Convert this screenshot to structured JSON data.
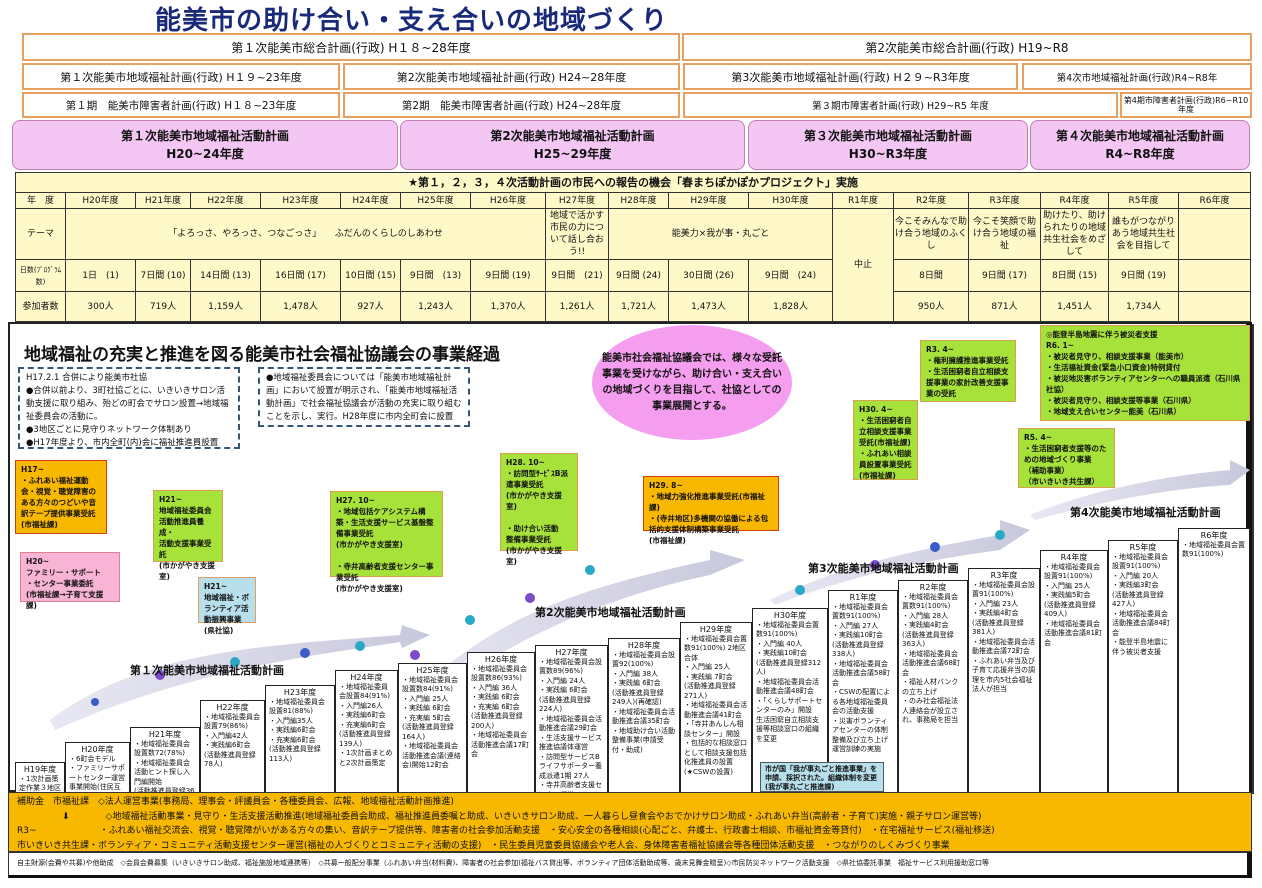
{
  "title": "能美市の助け合い・支え合いの地域づくり",
  "plans": {
    "sogo1": "第１次能美市総合計画(行政) H１８~28年度",
    "sogo2": "第2次能美市総合計画(行政) H19~R8",
    "fukushi1": "第１次能美市地域福祉計画(行政) H１９~23年度",
    "fukushi2": "第2次能美市地域福祉計画(行政) H24~28年度",
    "fukushi3": "第3次能美市地域福祉計画(行政) H２９~R3年度",
    "fukushi4": "第4次市地域福祉計画(行政)R4~R8年",
    "shogai1": "第１期　能美市障害者計画(行政) H１８~23年度",
    "shogai2": "第2期　能美市障害者計画(行政) H24~28年度",
    "shogai3": "第３期市障害者計画(行政) H29~R5 年度",
    "shogai4": "第4期市障害者計画(行政)R6~R10年度",
    "katsudo": [
      {
        "name": "第１次能美市地域福祉活動計画",
        "period": "H20~24年度"
      },
      {
        "name": "第2次能美市地域福祉活動計画",
        "period": "H25~29年度"
      },
      {
        "name": "第３次能美市地域福祉活動計画",
        "period": "H30~R3年度"
      },
      {
        "name": "第４次能美市地域福祉活動計画",
        "period": "R4~R8年度"
      }
    ]
  },
  "table": {
    "caption": "★第１，２，３，４次活動計画の市民への報告の機会「春まちぽかぽかプロジェクト」実施",
    "row_labels": {
      "year": "年　度",
      "theme": "テーマ",
      "days": "日数(ﾌﾟﾛｸﾞﾗﾑ数)",
      "participants": "参加者数"
    },
    "years": [
      "H20年度",
      "H21年度",
      "H22年度",
      "H23年度",
      "H24年度",
      "H25年度",
      "H26年度",
      "H27年度",
      "H28年度",
      "H29年度",
      "H30年度",
      "R1年度",
      "R2年度",
      "R3年度",
      "R4年度",
      "R5年度",
      "R6年度"
    ],
    "themes": {
      "h20_26": "「よろっさ、やろっさ、つなごっさ」　　ふだんのくらしのしあわせ",
      "h27": "地域で活かす市民の力について話し合おう!!",
      "h28_30": "能美力×我が事・丸ごと",
      "r1": "中止",
      "r2": "今こそみんなで助け合う地域のふくし",
      "r3": "今こそ笑顔で助け合う地域の福祉",
      "r4": "助けたり、助けられたりの地域共生社会をめざして",
      "r5": "誰もがつながりあう地域共生社会を目指して"
    },
    "days": [
      "1日　(1)",
      "7日間 (10)",
      "14日間 (13)",
      "16日間 (17)",
      "10日間 (15)",
      "9日間　(13)",
      "9日間 (19)",
      "9日間　(21)",
      "9日間 (24)",
      "30日間 (26)",
      "9日間　(24)",
      "8日間",
      "9日間 (17)",
      "8日間 (15)",
      "9日間 (19)",
      ""
    ],
    "participants": [
      "300人",
      "719人",
      "1,159人",
      "1,478人",
      "927人",
      "1,243人",
      "1,370人",
      "1,261人",
      "1,721人",
      "1,473人",
      "1,828人",
      "950人",
      "871人",
      "1,451人",
      "1,734人",
      ""
    ]
  },
  "main": {
    "heading": "地域福祉の充実と推進を図る能美市社会福祉協議会の事業経過",
    "note1": [
      "H17.2.1 合併により能美市社協",
      "●合併以前より、3町社協ごとに、いきいきサロン活動支援に取り組み、殆どの町会でサロン設置→地域福祉委員会の活動に。",
      "●3地区ごとに見守りネットワーク体制あり",
      "●H17年度より、市内全町(内)会に福祉推進員設置"
    ],
    "note2": "●地域福祉委員会については「能美市地域福祉計画」において設置が明示され、「能美市地域福祉活動計画」で社会福祉協議会が活動の充実に取り組むことを示し、実行。H28年度に市内全町会に設置",
    "ellipse": "能美市社会福祉協議会では、様々な受託事業を受けながら、助け合い・支え合いの地域づくりを目指して、社協としての事業展開とする。",
    "callouts": {
      "h17": "H17~\n・ふれあい福祉運動会・視覚・聴覚障害のある方々のつどいや音訳テープ提供事業受託\n(市福祉課)",
      "h21a": "H21~\n地域福祉委員会活動推進員養成・\n活動支援事業受託\n(市かがやき支援室)",
      "h20": "H20~\nファミリー・サポート\n・センター事業委託\n(市福祉課→子育て支援課)",
      "h21b": "H21~\n地域福祉・ボランティア活動振興事業\n(県社協)",
      "h27": "H27. 10~\n・地域包括ケアシステム構築・生活支援サービス基盤整備事業受託\n(市かがやき支援室)\n\n・寺井高齢者支援センター事業受託\n(市かがやき支援室)",
      "h28": "H28. 10~\n・訪問型ｻｰﾋﾞｽB派遣事業受託\n(市かがやき支援室)\n\n・助け合い活動\n整備事業受託\n(市かがやき支援室)",
      "h29": "H29. 8~\n・地域力強化推進事業受託(市福祉課)\n・(寺井地区)多機関の協働による包括的支援体制構築事業受託\n(市福祉課)",
      "h30": "H30. 4~\n・生活困窮者自立相談支援事業受託(市福祉課)\n・ふれあい相談員設置事業受託\n(市福祉課)",
      "r3": "R3. 4~\n・権利擁護推進事業受託\n・生活困窮者自立相談支援事業の家計改善支援事業の受託",
      "r6": "◎能登半島地震に伴う被災者支援\nR6. 1~\n・被災者見守り、相談支援事業（能美市）\n・生活福祉資金(緊急小口資金)特例貸付\n・被災地災害ボランティアセンターへの職員派遣（石川県社協）\n・被災者見守り、相談支援等事業（石川県）\n・地域支え合いセンター能美（石川県）",
      "r5": "R5. 4~\n・生活困窮者支援等のための地域づくり事業\n（補助事業）\n（市いきいき共生課）"
    },
    "plan_labels": [
      "第１次能美市地域福祉活動計画",
      "第2次能美市地域福祉活動計画",
      "第3次能美市地域福祉活動計画",
      "第4次能美市地域福祉活動計画"
    ],
    "steps": [
      {
        "year": "H19年度",
        "text": "・1次計画策定作業３地区懇談会"
      },
      {
        "year": "H20年度",
        "text": "・6町会モデル\n・ファミリーサポートセンター運営事業開始(住民互助活動、アドバイザー設置)"
      },
      {
        "year": "H21年度",
        "text": "・地域福祉委員会設置数72(78%)\n・地域福祉委員会活動ヒント探し入門編開始\n(活動推進員登録36人)"
      },
      {
        "year": "H22年度",
        "text": "・地域福祉委員会設置79(86%)\n・入門編42人\n・実践編6町会\n(活動推進員登録78人)"
      },
      {
        "year": "H23年度",
        "text": "・地域福祉委員会設置81(88%)\n・入門編35人\n・実践編6町会\n・充実編6町会\n(活動推進員登録113人)"
      },
      {
        "year": "H24年度",
        "text": "・地域福祉委員会設置84(91%)\n・入門編26人\n・実践編6町会\n・充実編6町会\n(活動推進員登録139人)\n・1次計画まとめと2次計画策定"
      },
      {
        "year": "H25年度",
        "text": "・地域福祉委員会設置数84(91%)\n・入門編 25人\n・実践編 6町会\n・充実編 5町会\n(活動推進員登録164人)\n・地域福祉委員会活動推進会議(連絡会)開始12町会"
      },
      {
        "year": "H26年度",
        "text": "・地域福祉委員会設置数86(93%)\n・入門編 36人\n・実践編 6町会\n・充実編 6町会\n(活動推進員登録200人)\n・地域福祉委員会活動推進会議17町会"
      },
      {
        "year": "H27年度",
        "text": "・地域福祉委員会設置数89(96%)\n・入門編 24人\n・実践編 6町会\n(活動推進員登録224人)\n・地域福祉委員会活動推進会議29町会\n・生活支援サービス推進協議体運営\n・訪問型サービスBライフサポーター養成派遣1期 27人\n・寺井高齢者支援センター運営"
      },
      {
        "year": "H28年度",
        "text": "・地域福祉委員会設置92(100%)\n・入門編 38人\n・実践編 6町会\n(活動推進員登録249人)(再確認)\n・地域福祉委員会活動推進会議35町会\n・地域助け合い活動整備事業(申請受付・助成)"
      },
      {
        "year": "H29年度",
        "text": "・地域福祉委員会置数91(100%) 2地区合体\n・入門編 25人\n・実践編 7町会\n(活動推進員登録271人)\n・地域福祉委員会活動推進会議41町会\n・「寺井あんしん相談センター」開設\n・包括的な相談窓口として相談支援包括化推進員の設置\n(★CSWの設置)"
      },
      {
        "year": "H30年度",
        "text": "・地域福祉委員会置数91(100%)\n・入門編 40人\n・実践編10町会\n(活動推進員登録312人)\n・地域福祉委員会活動推進会議48町会\n・「くらしサポートセンターのみ」開設\n生活困窮自立相談支援等相談窓口の組織を変更"
      },
      {
        "year": "R1年度",
        "text": "・地域福祉委員会置数91(100%)\n・入門編 27人\n・実践編10町会\n(活動推進員登録338人)\n・地域福祉委員会活動推進会議58町会\n・CSWの配置による各地域福祉委員会の活動支援\n・災害ボランティアセンターの体制整備及び立ち上げ運営訓練の実施"
      },
      {
        "year": "R2年度",
        "text": "・地域福祉委員会置数91(100%)\n・入門編 28人\n・実践編4町会\n(活動推進員登録363人)\n・地域福祉委員会活動推進会議68町会\n・福祉人材バンクの立ち上げ\n・のみ社会福祉法人連絡会が設立され、事務局を担当"
      },
      {
        "year": "R3年度",
        "text": "・地域福祉委員会設置91(100%)\n・入門編 23人\n・実践編4町会\n(活動推進員登録381人)\n・地域福祉委員会活動推進会議72町会\n・ふれあい弁当及び子育て応援弁当の調理を市内5社会福祉法人が担当"
      },
      {
        "year": "R4年度",
        "text": "・地域福祉委員会設置91(100%)\n・入門編 25人\n・実践編5町会\n(活動推進員登録409人)\n・地域福祉委員会活動推進会議81町会"
      },
      {
        "year": "R5年度",
        "text": "・地域福祉委員会設置91(100%)\n・入門編 20人\n・実践編3町会\n(活動推進員登録427人)\n・地域福祉委員会活動推進会議84町会\n・能登半島地震に伴う被災者支援"
      },
      {
        "year": "R6年度",
        "text": "・地域福祉委員会置数91(100%)"
      }
    ],
    "blue_note": "市が国「我が事丸ごと推進事業」を申請、採択された。組織体制を変更(我が事丸ごと推進課)"
  },
  "band": {
    "lines": [
      "補助金　市福祉課　◇法人運営事業(事務局、理事会・評議員会・各種委員会、広報、地域福祉活動計画推進)",
      "　　　　　⬇　　　　◇地域福祉活動事業・見守り・生活支援活動推進(地域福祉委員会助成、福祉推進員委嘱と助成、いきいきサロン助成、一人暮らし昼食会やおでかけサロン助成・ふれあい弁当(高齢者・子育て)実施・親子サロン運営等)",
      "R3~　　　　　　　・ふれあい福祉交流会、視覚・聴覚障がいがある方々の集い、音訳テープ提供等、障害者の社会参加活動支援　・安心安全の各種相談(心配ごと、弁護士、行政書士相談、市福祉資金等貸付)　・在宅福祉サービス(福祉移送)",
      "市いきいき共生課・ボランティア・コミュニティ活動支援センター運営(福祉の人づくりとコミュニティ活動の支援)　・民生委員児童委員協議会や老人会、身体障害者福祉協議会等各種団体活動支援　・つながりのしくみづくり事業"
    ],
    "footer": "自主財源(会費や共募)や他助成　◇会員会費募集（いきいきサロン助成、福祉施設地域連携等）　◇共募一般配分事業（ふれあい弁当(材料費)、障害者の社会参加(福祉バス貸出等、ボランティア団体活動助成等、歳末見舞金贈呈)◇市民防災ネットワーク活動支援　◇県社協委託事業　福祉サービス利用援助窓口等"
  },
  "colors": {
    "title": "#1a2a7a",
    "band": "#f8b800",
    "callout_green": "#a6e23a",
    "pink_plan": "#f3c6f3"
  }
}
